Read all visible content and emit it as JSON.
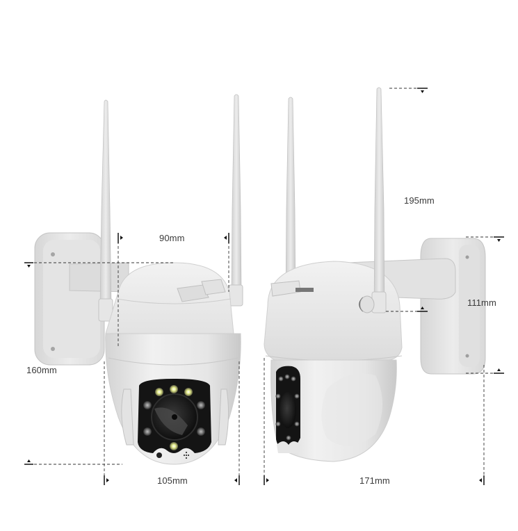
{
  "product": {
    "description": "Outdoor WiFi PTZ dome camera with two antennas and wall bracket",
    "views": [
      {
        "name": "front view",
        "features": [
          "two antennas",
          "dome housing",
          "wall mount bracket",
          "lens",
          "8 LED lights",
          "microphone",
          "speaker grille"
        ]
      },
      {
        "name": "side view",
        "features": [
          "two antennas",
          "dome housing",
          "arm bracket",
          "wall plate"
        ]
      }
    ]
  },
  "dimensions": {
    "antenna_spacing": "90mm",
    "total_height": "160mm",
    "front_width": "105mm",
    "antenna_height": "195mm",
    "bracket_height": "111mm",
    "depth": "171mm"
  },
  "colors": {
    "background": "#ffffff",
    "housing": "#e9e9e9",
    "housing_shadow": "#cfcfcf",
    "lens_panel": "#151515",
    "led": "#d8e07a",
    "dimension_line": "#333333",
    "text": "#3a3a3a"
  }
}
